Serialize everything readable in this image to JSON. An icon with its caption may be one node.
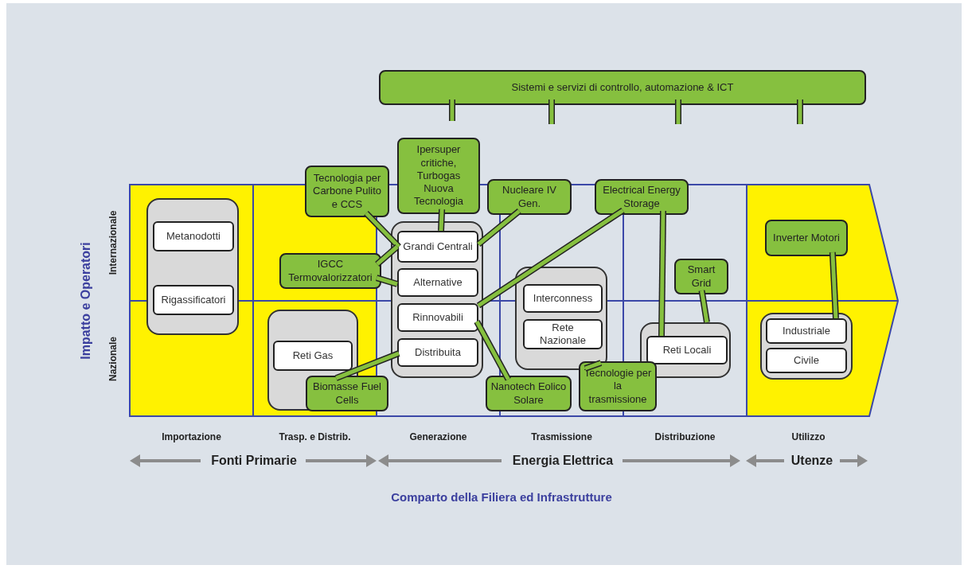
{
  "diagram": {
    "nodes": [
      {
        "text": [
          "Sistemi e servizi di controllo, automazione & ICT"
        ]
      },
      {
        "text": [],
        "shape": "box"
      },
      {
        "text": [
          "Metanodotti"
        ],
        "in": 1
      },
      {
        "text": [
          "Rigassificatori"
        ],
        "in": 1
      },
      {
        "text": [],
        "shape": "box"
      },
      {
        "text": [
          "Reti Gas"
        ],
        "in": 4
      },
      {
        "text": [],
        "shape": "box"
      },
      {
        "text": [
          "Grandi Centrali"
        ],
        "in": 6
      },
      {
        "text": [
          "Alternative"
        ],
        "in": 6
      },
      {
        "text": [
          "Rinnovabili"
        ],
        "in": 6
      },
      {
        "text": [
          "Distribuita"
        ],
        "in": 6
      },
      {
        "text": [],
        "shape": "box"
      },
      {
        "text": [
          "Interconness"
        ],
        "in": 11
      },
      {
        "text": [
          "Rete Nazionale"
        ],
        "in": 11
      },
      {
        "text": [],
        "shape": "box"
      },
      {
        "text": [
          "Reti Locali"
        ],
        "in": 14
      },
      {
        "text": [],
        "shape": "box"
      },
      {
        "text": [
          "Industriale"
        ],
        "in": 16
      },
      {
        "text": [
          "Civile"
        ],
        "in": 16
      },
      {
        "text": [
          "Tecnologia per Carbone Pulito e CCS"
        ]
      },
      {
        "text": [
          "Ipersuper critiche, Turbogas Nuova Tecnologia"
        ]
      },
      {
        "text": [
          "Nucleare IV Gen."
        ]
      },
      {
        "text": [
          "IGCC Termovalorizzatori"
        ]
      },
      {
        "text": [
          "Electrical Energy Storage"
        ]
      },
      {
        "text": [
          "Smart Grid"
        ]
      },
      {
        "text": [
          "Inverter Motori"
        ]
      },
      {
        "text": [
          "Biomasse Fuel Cells"
        ]
      },
      {
        "text": [
          "Nanotech Eolico Solare"
        ]
      },
      {
        "text": [
          "Tecnologie per la trasmissione"
        ]
      }
    ],
    "edges": [
      {
        "from": 0,
        "to": null,
        "arrow": "none"
      },
      {
        "from": 0,
        "to": null,
        "arrow": "none"
      },
      {
        "from": 0,
        "to": null,
        "arrow": "none"
      },
      {
        "from": 0,
        "to": null,
        "arrow": "none"
      },
      {
        "from": 19,
        "to": 7,
        "arrow": "none"
      },
      {
        "from": 20,
        "to": 7,
        "arrow": "none"
      },
      {
        "from": 21,
        "to": 7,
        "arrow": "none"
      },
      {
        "from": 22,
        "to": 7,
        "arrow": "none"
      },
      {
        "from": 22,
        "to": 8,
        "arrow": "none"
      },
      {
        "from": 23,
        "to": 9,
        "arrow": "none"
      },
      {
        "from": 23,
        "to": 15,
        "arrow": "none"
      },
      {
        "from": 24,
        "to": 14,
        "arrow": "none"
      },
      {
        "from": 25,
        "to": 17,
        "arrow": "none"
      },
      {
        "from": 26,
        "to": 10,
        "arrow": "none"
      },
      {
        "from": 27,
        "to": 9,
        "arrow": "none"
      },
      {
        "from": 28,
        "to": 11,
        "arrow": "none"
      }
    ],
    "labels": [
      "Impatto e Operatori",
      "Internazionale",
      "Nazionale",
      "Importazione",
      "Trasp. e Distrib.",
      "Generazione",
      "Trasmissione",
      "Distribuzione",
      "Utilizzo",
      "Fonti Primarie",
      "Energia Elettrica",
      "Utenze",
      "Comparto della Filiera ed Infrastrutture"
    ]
  }
}
